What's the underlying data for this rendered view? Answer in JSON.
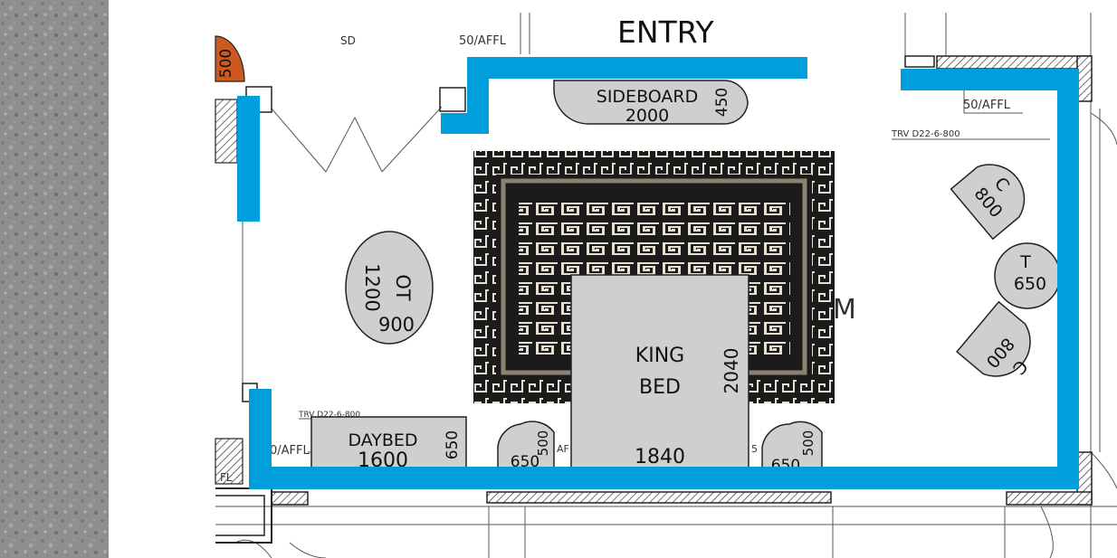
{
  "plan": {
    "entry_label": "ENTRY",
    "notes": {
      "sd": "SD",
      "affl_top_left": "50/AFFL",
      "affl_top_right": "50/AFFL",
      "trv_top_right": "TRV D22-6-800",
      "trv_bottom_left": "TRV D22-6-800",
      "affl_bottom_left": "0/AFFL",
      "fl_bottom_left": "FL",
      "cut_a": "AF",
      "cut_b": "5",
      "room_letter": "M"
    },
    "orange_tag": "500",
    "furniture": {
      "sideboard": {
        "name": "SIDEBOARD",
        "length": "2000",
        "depth": "450"
      },
      "king_bed": {
        "line1": "KING",
        "line2": "BED",
        "width": "1840",
        "length": "2040"
      },
      "ottoman": {
        "name": "OT",
        "width": "1200",
        "depth": "900"
      },
      "daybed": {
        "name": "DAYBED",
        "length": "1600",
        "depth": "650"
      },
      "chair_top": {
        "name": "C",
        "size": "800"
      },
      "chair_bottom": {
        "name": "C",
        "size": "800"
      },
      "side_table": {
        "name": "T",
        "size": "650"
      },
      "bedside_left": {
        "width": "650",
        "depth": "500"
      },
      "bedside_right": {
        "width": "650",
        "depth": "500"
      }
    },
    "colors": {
      "wall_highlight": "#009fdc",
      "furniture_fill": "#cfcfcf",
      "rug_dark": "#1b1b1b",
      "rug_light": "#e6dfd2",
      "door_tag": "#cc5a1e",
      "plan_line": "#555555"
    }
  }
}
